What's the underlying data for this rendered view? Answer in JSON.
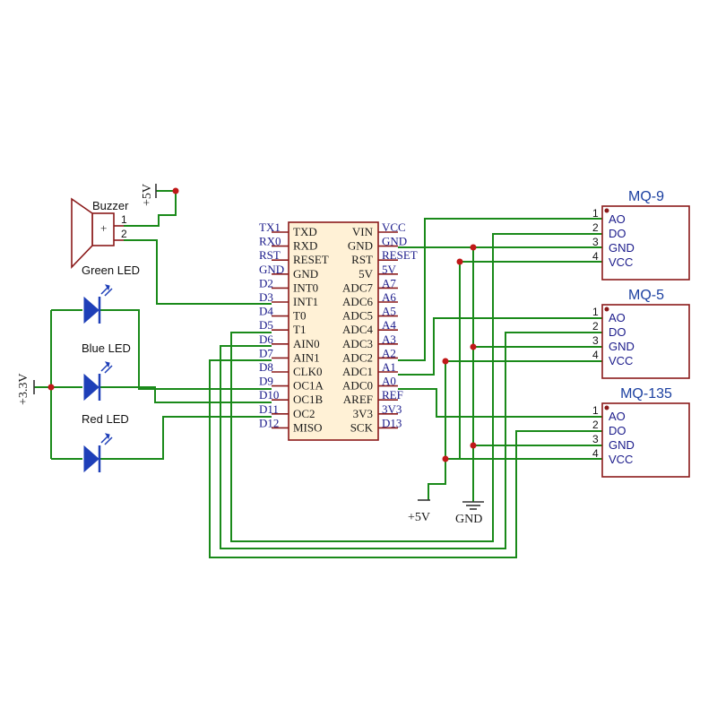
{
  "power": {
    "buzzer_supply": "+5V",
    "led_supply": "+3.3V",
    "bottom_supply": "+5V",
    "ground": "GND"
  },
  "buzzer": {
    "label": "Buzzer",
    "pin1": "1",
    "pin2": "2",
    "plus": "+"
  },
  "leds": [
    {
      "label": "Green LED"
    },
    {
      "label": "Blue LED"
    },
    {
      "label": "Red LED"
    }
  ],
  "chip": {
    "outer_left": [
      "TX1",
      "RX0",
      "RST",
      "GND",
      "D2",
      "D3",
      "D4",
      "D5",
      "D6",
      "D7",
      "D8",
      "D9",
      "D10",
      "D11",
      "D12"
    ],
    "inner_left": [
      "TXD",
      "RXD",
      "RESET",
      "GND",
      "INT0",
      "INT1",
      "T0",
      "T1",
      "AIN0",
      "AIN1",
      "CLK0",
      "OC1A",
      "OC1B",
      "OC2",
      "MISO"
    ],
    "inner_right": [
      "VIN",
      "GND",
      "RST",
      "5V",
      "ADC7",
      "ADC6",
      "ADC5",
      "ADC4",
      "ADC3",
      "ADC2",
      "ADC1",
      "ADC0",
      "AREF",
      "3V3",
      "SCK"
    ],
    "outer_right": [
      "VCC",
      "GND",
      "RESET",
      "5V",
      "A7",
      "A6",
      "A5",
      "A4",
      "A3",
      "A2",
      "A1",
      "A0",
      "REF",
      "3V3",
      "D13"
    ]
  },
  "sensors": [
    {
      "title": "MQ-9",
      "pins": [
        {
          "num": "1",
          "name": "AO"
        },
        {
          "num": "2",
          "name": "DO"
        },
        {
          "num": "3",
          "name": "GND"
        },
        {
          "num": "4",
          "name": "VCC"
        }
      ]
    },
    {
      "title": "MQ-5",
      "pins": [
        {
          "num": "1",
          "name": "AO"
        },
        {
          "num": "2",
          "name": "DO"
        },
        {
          "num": "3",
          "name": "GND"
        },
        {
          "num": "4",
          "name": "VCC"
        }
      ]
    },
    {
      "title": "MQ-135",
      "pins": [
        {
          "num": "1",
          "name": "AO"
        },
        {
          "num": "2",
          "name": "DO"
        },
        {
          "num": "3",
          "name": "GND"
        },
        {
          "num": "4",
          "name": "VCC"
        }
      ]
    }
  ],
  "colors": {
    "wire": "#1a8a1a",
    "component": "#8b1a1a",
    "chip_fill": "#fff1d6",
    "led": "#1e3fb8",
    "junction": "#c01818",
    "sensor_title": "#1a3fa0"
  }
}
